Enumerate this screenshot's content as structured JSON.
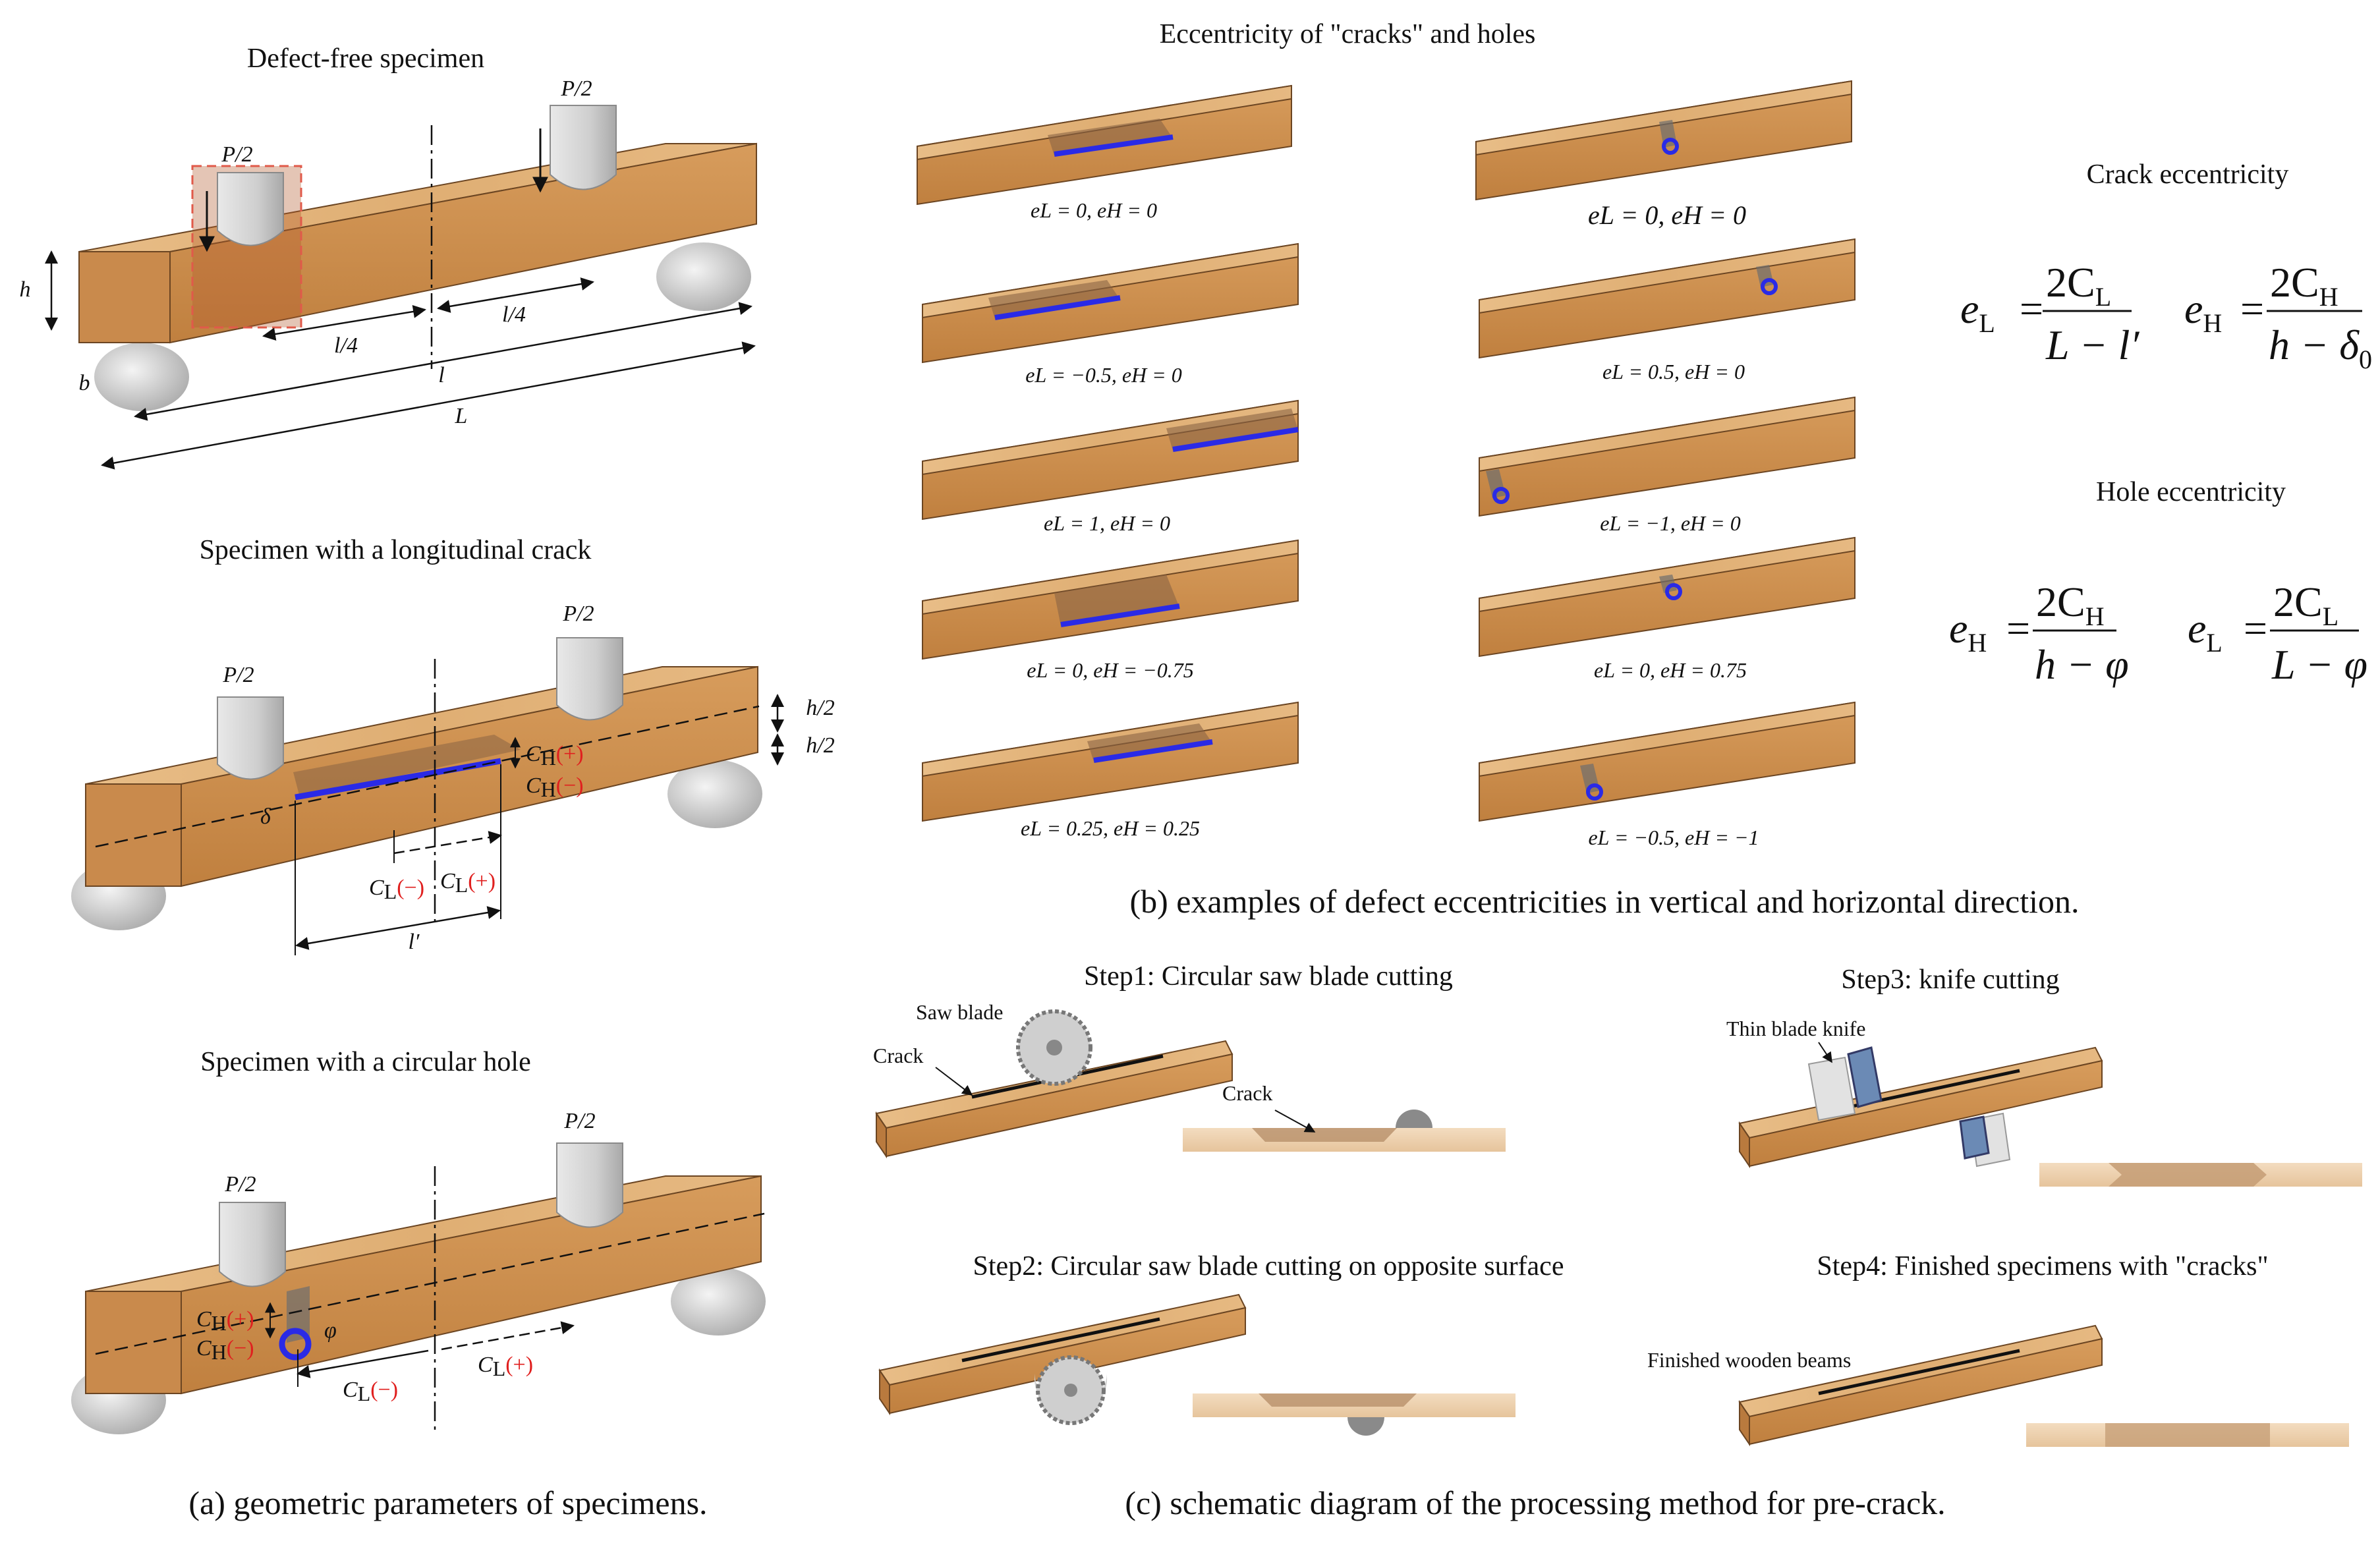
{
  "panel_a": {
    "caption": "(a)  geometric parameters of specimens.",
    "defect_free": {
      "title": "Defect-free specimen",
      "load_left": "P/2",
      "load_right": "P/2",
      "h": "h",
      "b": "b",
      "quarter_left": "l/4",
      "quarter_right": "l/4",
      "span": "l",
      "length": "L"
    },
    "crack_specimen": {
      "title": "Specimen with a longitudinal crack",
      "load_left": "P/2",
      "load_right": "P/2",
      "half_top": "h/2",
      "half_bottom": "h/2",
      "ch_plus": "C",
      "ch_minus": "C",
      "ch_sub": "H",
      "plus": "(+)",
      "minus": "(−)",
      "delta": "δ",
      "cl_minus": "C",
      "cl_plus": "C",
      "cl_sub": "L",
      "crack_length": "l′"
    },
    "hole_specimen": {
      "title": "Specimen with a circular hole",
      "load_left": "P/2",
      "load_right": "P/2",
      "ch_plus": "C",
      "ch_minus": "C",
      "ch_sub": "H",
      "plus": "(+)",
      "minus": "(−)",
      "phi": "φ",
      "cl_minus": "C",
      "cl_plus": "C",
      "cl_sub": "L"
    }
  },
  "panel_b": {
    "title": "Eccentricity of  \"cracks\" and holes",
    "caption": "(b)  examples of defect eccentricities in vertical and horizontal direction.",
    "crack_labels": [
      "eL = 0, eH = 0",
      "eL = −0.5, eH = 0",
      "eL = 1, eH = 0",
      "eL = 0, eH = −0.75",
      "eL = 0.25, eH = 0.25"
    ],
    "hole_labels": [
      "eL = 0, eH = 0",
      "eL = 0.5, eH = 0",
      "eL = −1, eH = 0",
      "eL = 0, eH = 0.75",
      "eL = −0.5, eH = −1"
    ],
    "crack_title": "Crack eccentricity",
    "hole_title": "Hole eccentricity",
    "formula_crack_l": {
      "lhs": "e",
      "sub": "L",
      "num": "2C",
      "num_sub": "L",
      "den": "L − l′"
    },
    "formula_crack_h": {
      "lhs": "e",
      "sub": "H",
      "num": "2C",
      "num_sub": "H",
      "den": "h − δ",
      "den_sub": "0"
    },
    "formula_hole_h": {
      "lhs": "e",
      "sub": "H",
      "num": "2C",
      "num_sub": "H",
      "den": "h − φ"
    },
    "formula_hole_l": {
      "lhs": "e",
      "sub": "L",
      "num": "2C",
      "num_sub": "L",
      "den": "L − φ"
    }
  },
  "panel_c": {
    "caption": "(c)  schematic diagram of the processing method for pre-crack.",
    "step1": "Step1: Circular saw blade cutting",
    "step2": "Step2: Circular saw blade cutting on opposite surface",
    "step3": "Step3: knife cutting",
    "step4": "Step4: Finished specimens with \"cracks\"",
    "saw_blade": "Saw blade",
    "crack": "Crack",
    "crack2": "Crack",
    "thin_knife": "Thin blade knife",
    "finished": "Finished wooden beams"
  },
  "colors": {
    "wood_top": "#e2b37c",
    "wood_front": "#cf9354",
    "wood_end": "#b97a3e",
    "crack": "#2a2ae6",
    "annotation": "#e0201f"
  }
}
